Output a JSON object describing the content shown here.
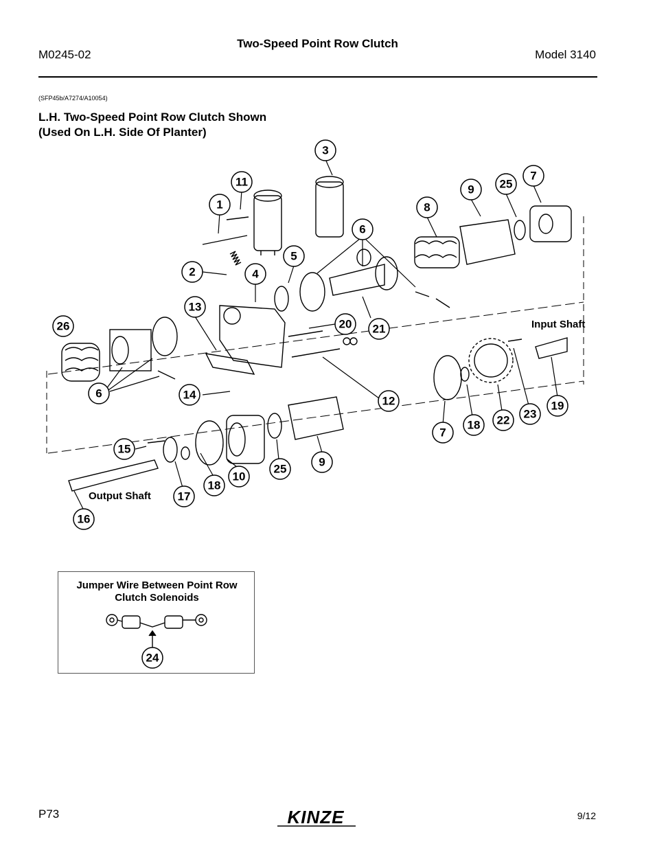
{
  "header": {
    "doc_number": "M0245-02",
    "section_title": "Two-Speed Point Row Clutch",
    "model": "Model 3140"
  },
  "figure": {
    "ref_code": "(SFP45b/A7274/A10054)",
    "title_line1": "L.H. Two-Speed Point Row Clutch Shown",
    "title_line2": "(Used On L.H. Side Of Planter)",
    "labels": {
      "input_shaft": "Input Shaft",
      "output_shaft": "Output Shaft"
    },
    "callouts": [
      "1",
      "2",
      "3",
      "4",
      "5",
      "6",
      "6",
      "7",
      "7",
      "8",
      "9",
      "9",
      "10",
      "11",
      "12",
      "13",
      "14",
      "15",
      "16",
      "17",
      "18",
      "18",
      "19",
      "20",
      "21",
      "22",
      "23",
      "25",
      "25",
      "26"
    ]
  },
  "inset": {
    "title_line1": "Jumper Wire Between Point Row",
    "title_line2": "Clutch Solenoids",
    "callout": "24"
  },
  "footer": {
    "page": "P73",
    "brand": "KINZE",
    "date": "9/12"
  }
}
